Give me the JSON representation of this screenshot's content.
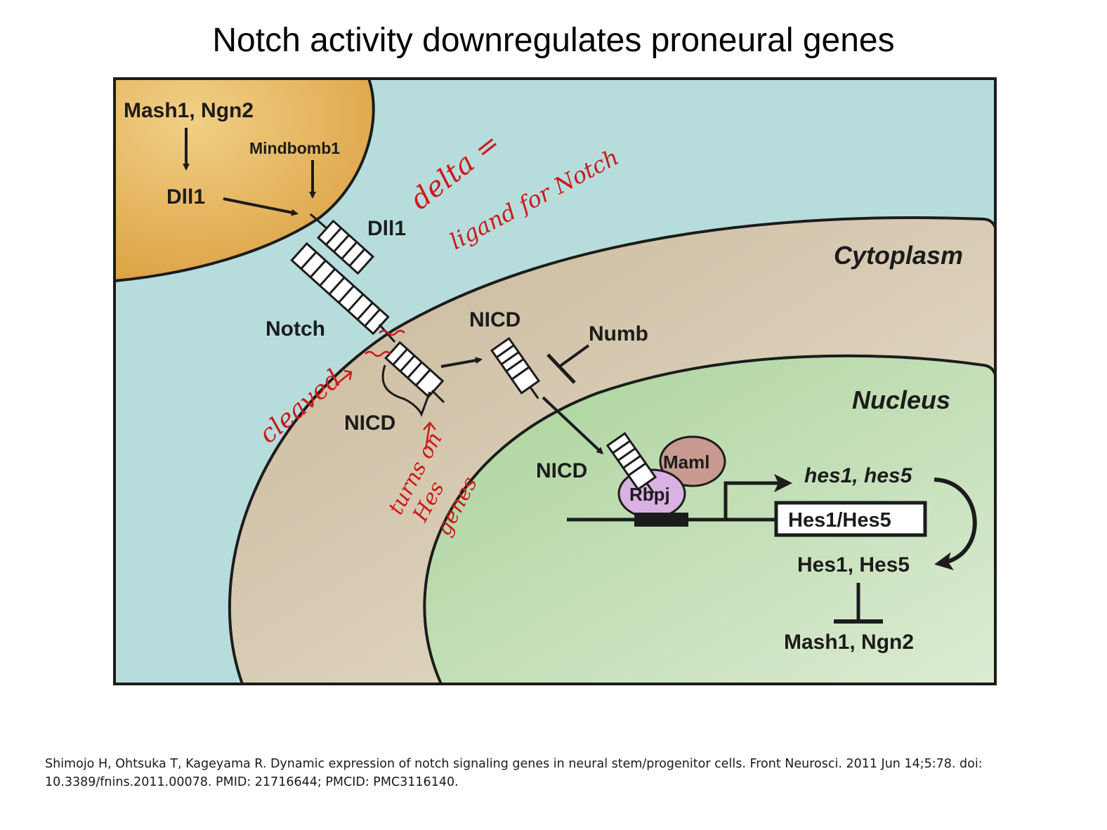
{
  "slide_title": "Notch activity downregulates proneural genes",
  "labels": {
    "mash1_ngn2_top": "Mash1, Ngn2",
    "mindbomb1": "Mindbomb1",
    "dll1_left": "Dll1",
    "dll1_ligand": "Dll1",
    "notch": "Notch",
    "nicd_cleaved": "NICD",
    "nicd_cytoplasm": "NICD",
    "nicd_nucleus": "NICD",
    "numb": "Numb",
    "cytoplasm": "Cytoplasm",
    "nucleus": "Nucleus",
    "maml": "Maml",
    "rbpj": "Rbpj",
    "hes_genes": "hes1, hes5",
    "hes_gene_box": "Hes1/Hes5",
    "hes_proteins": "Hes1, Hes5",
    "mash1_ngn2_bottom": "Mash1, Ngn2"
  },
  "annotations": {
    "delta_line1": "delta =",
    "delta_line2": "ligand for Notch",
    "cleaved": "cleaved",
    "turns_on": "turns on",
    "hes_word": "Hes",
    "genes_word": "genes"
  },
  "colors": {
    "extracellular": "#b7dcdc",
    "signal_cell": "#e2a94a",
    "cytoplasm": "#cfc0a3",
    "nucleus": "#b7d8a6",
    "maml": "#c99a8f",
    "rbpj": "#d9b2e3",
    "annotation_ink": "#cc1a1a"
  },
  "citation": "Shimojo H, Ohtsuka T, Kageyama R. Dynamic expression of notch signaling genes in neural stem/progenitor cells. Front Neurosci. 2011 Jun 14;5:78. doi: 10.3389/fnins.2011.00078. PMID: 21716644; PMCID: PMC3116140."
}
